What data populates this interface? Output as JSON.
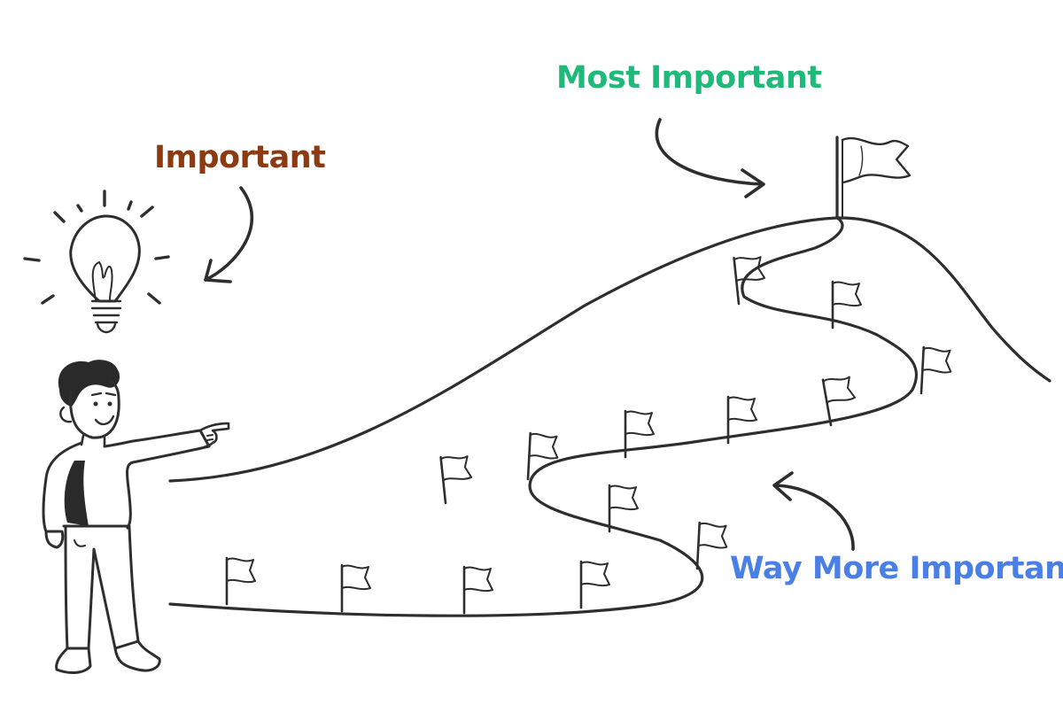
{
  "labels": {
    "important": "Important",
    "most_important": "Most Important",
    "way_more_important": "Way More Important"
  },
  "colors": {
    "important": "#8b3a12",
    "most_important": "#1fb97a",
    "way_more_important": "#4a80e6",
    "ink": "#2e2e2e"
  },
  "icons": [
    "lightbulb-icon",
    "person-illustration",
    "mountain-outline",
    "winding-path",
    "flag-icon",
    "arrow-icon"
  ]
}
